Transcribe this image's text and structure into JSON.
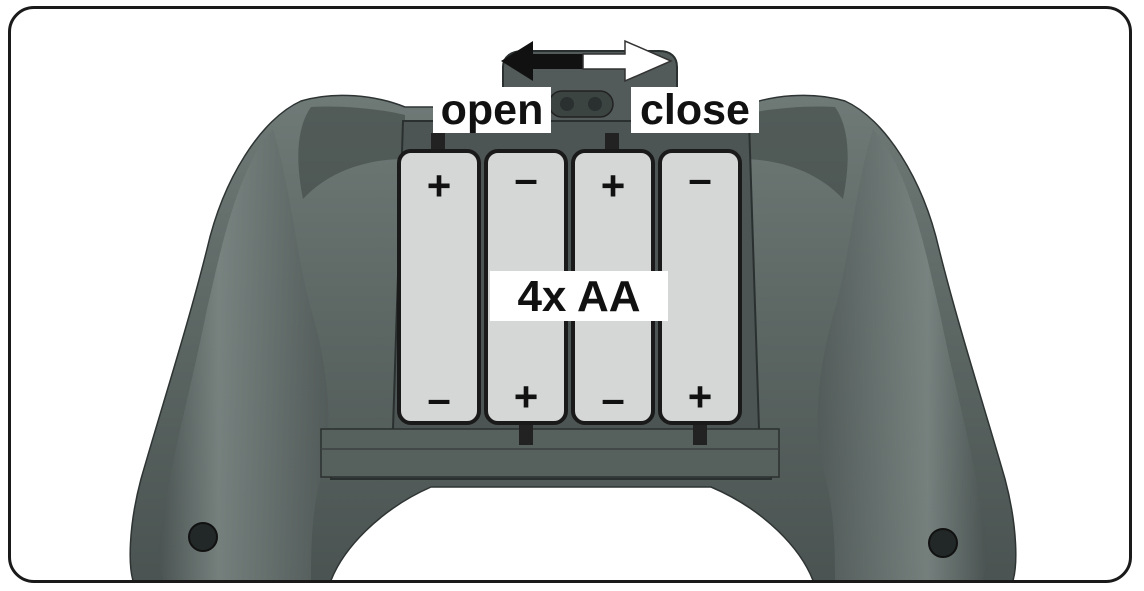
{
  "labels": {
    "open": "open",
    "close": "close",
    "battery_type": "4x AA"
  },
  "batteries": [
    {
      "top_sign": "+",
      "bottom_sign": "–"
    },
    {
      "top_sign": "–",
      "bottom_sign": "+"
    },
    {
      "top_sign": "+",
      "bottom_sign": "–"
    },
    {
      "top_sign": "–",
      "bottom_sign": "+"
    }
  ],
  "colors": {
    "controller_body": "#5b6562",
    "controller_dark": "#3e4644",
    "battery_fill": "#d5d6d6",
    "outline": "#1a1a1a",
    "open_arrow": "#111111",
    "close_arrow": "#ffffff"
  },
  "icons": {
    "open_direction": "arrow-left-filled-icon",
    "close_direction": "arrow-right-outline-icon",
    "latch": "slide-latch-icon"
  }
}
